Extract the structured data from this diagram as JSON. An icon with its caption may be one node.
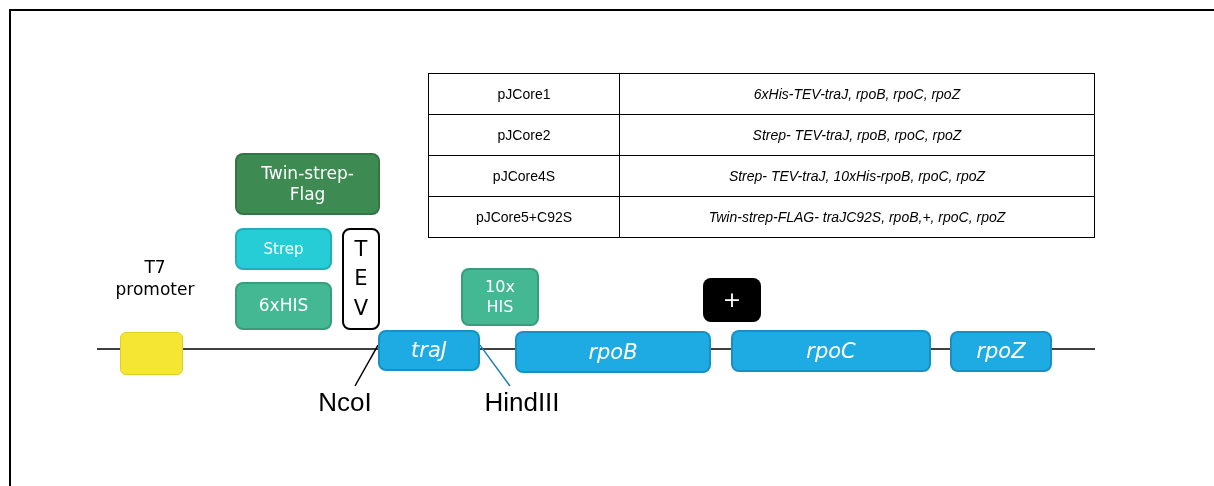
{
  "diagram": {
    "nodes": [
      {
        "text": [
          "T7 promoter"
        ]
      },
      {
        "text": [
          "Twin-strep-Flag"
        ]
      },
      {
        "text": [
          "Strep"
        ]
      },
      {
        "text": [
          "6xHIS"
        ]
      },
      {
        "text": [
          "TEV"
        ]
      },
      {
        "text": [
          "10x HIS"
        ]
      },
      {
        "text": [
          "+"
        ]
      },
      {
        "text": [
          "traJ"
        ]
      },
      {
        "text": [
          "rpoB"
        ]
      },
      {
        "text": [
          "rpoC"
        ]
      },
      {
        "text": [
          "rpoZ"
        ]
      },
      {
        "text": [
          "NcoI"
        ]
      },
      {
        "text": [
          "HindIII"
        ]
      }
    ],
    "edges": [
      {
        "from": 11,
        "to": 7,
        "arrow": "none"
      },
      {
        "from": 12,
        "to": 7,
        "arrow": "none",
        "color": "#1f7fae"
      }
    ],
    "labels": [
      "pJCore1",
      "6xHis-TEV-traJ, rpoB, rpoC, rpoZ",
      "pJCore2",
      "Strep- TEV-traJ, rpoB, rpoC, rpoZ",
      "pJCore4S",
      "Strep- TEV-traJ, 10xHis-rpoB, rpoC, rpoZ",
      "pJCore5+C92S",
      "Twin-strep-FLAG- traJC92S, rpoB,+,  rpoC, rpoZ"
    ]
  }
}
